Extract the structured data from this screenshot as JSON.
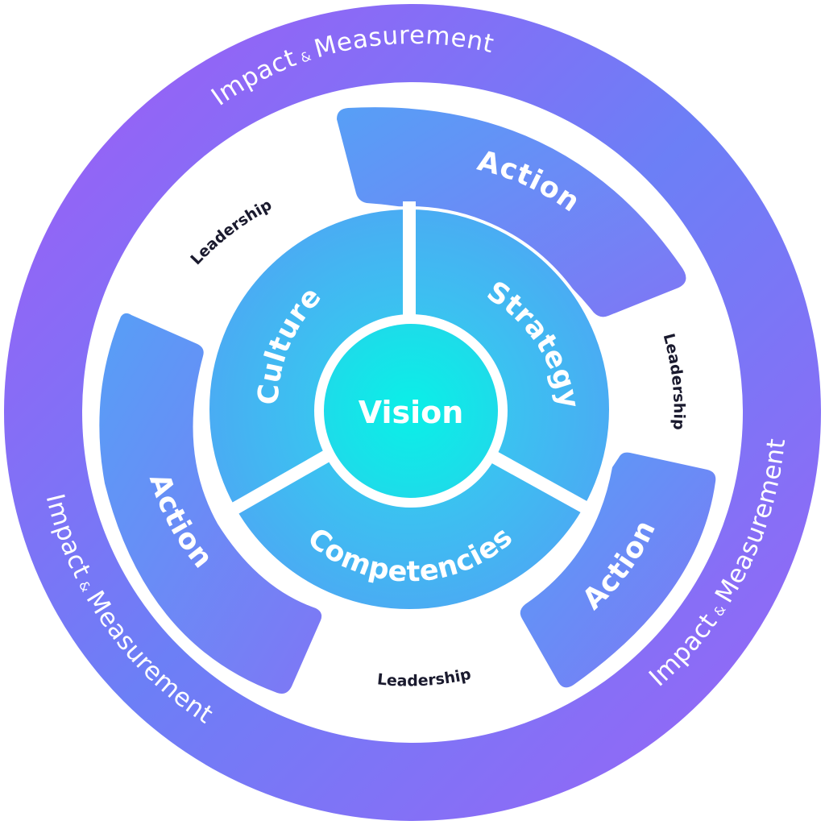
{
  "outer_ring": {
    "labels": [
      {
        "part1": "Impact",
        "amp": "&",
        "part2": "Measurement"
      },
      {
        "part1": "Impact",
        "amp": "&",
        "part2": "Measurement"
      },
      {
        "part1": "Impact",
        "amp": "&",
        "part2": "Measurement"
      }
    ],
    "color_start": "#a35cf7",
    "color_end": "#6f7cf7"
  },
  "leadership": [
    "Leadership",
    "Leadership",
    "Leadership"
  ],
  "action": [
    "Action",
    "Action",
    "Action"
  ],
  "middle_ring": [
    "Strategy",
    "Competencies",
    "Culture"
  ],
  "center": {
    "label": "Vision",
    "color": "#10e8e8"
  },
  "colors": {
    "action_start": "#5b9cf6",
    "action_end": "#7d78f5",
    "middle": "#42b4f2",
    "leadership_text": "#1a1a2e"
  }
}
